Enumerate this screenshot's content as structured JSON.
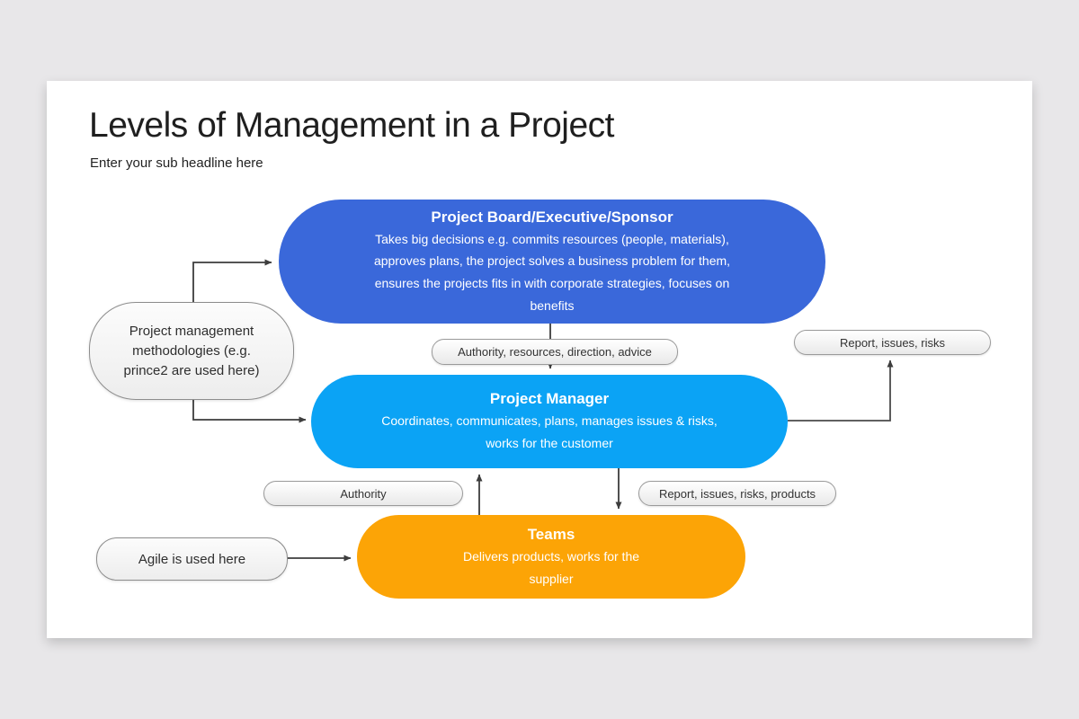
{
  "header": {
    "title": "Levels of Management in a Project",
    "subtitle": "Enter your sub headline here"
  },
  "nodes": [
    {
      "id": "project-board",
      "title": "Project Board/Executive/Sponsor",
      "body": "Takes big decisions e.g. commits resources (people, materials),\napproves plans, the project solves a business problem for them,\nensures the projects fits in with corporate strategies, focuses on\nbenefits"
    },
    {
      "id": "project-manager",
      "title": "Project Manager",
      "body": "Coordinates, communicates, plans, manages issues & risks,\nworks for the customer"
    },
    {
      "id": "teams",
      "title": "Teams",
      "body": "Delivers products, works for the\nsupplier"
    }
  ],
  "side_notes": [
    {
      "id": "methodologies",
      "text": "Project management\nmethodologies (e.g.\nprince2 are used here)"
    },
    {
      "id": "agile",
      "text": "Agile is used here"
    }
  ],
  "edge_labels": [
    {
      "id": "authority-resources",
      "text": "Authority, resources, direction, advice"
    },
    {
      "id": "report-issues-risks",
      "text": "Report, issues, risks"
    },
    {
      "id": "authority",
      "text": "Authority"
    },
    {
      "id": "report-issues-risks-products",
      "text": "Report, issues, risks, products"
    }
  ],
  "colors": {
    "board": "#3a68da",
    "manager": "#0ba3f5",
    "teams": "#fca406",
    "arrow": "#3d3d3d",
    "page_bg": "#e8e7e9"
  }
}
